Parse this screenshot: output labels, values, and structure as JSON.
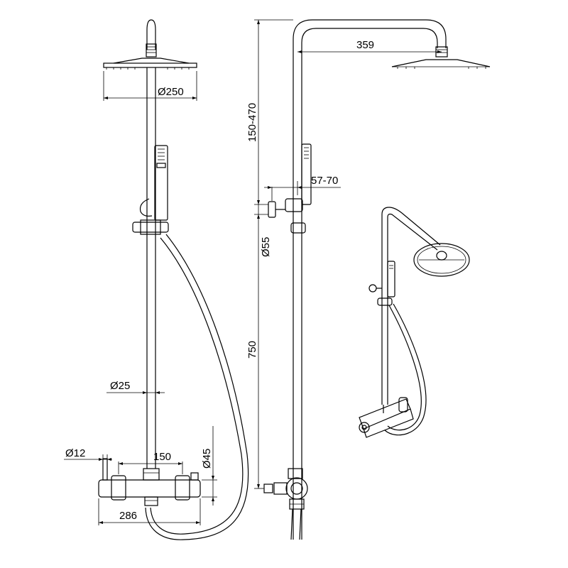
{
  "colors": {
    "line": "#000000",
    "background": "#ffffff"
  },
  "dimensions": {
    "head_diameter": "Ø250",
    "hose_diameter": "Ø25",
    "handle_diameter": "Ø12",
    "spout_spacing": "150",
    "body_height": "Ø45",
    "body_width": "286",
    "arm_reach": "359",
    "height_adjust": "150-470",
    "rail_length": "750",
    "holder_offset": "57-70",
    "holder_diameter": "Ø55"
  }
}
